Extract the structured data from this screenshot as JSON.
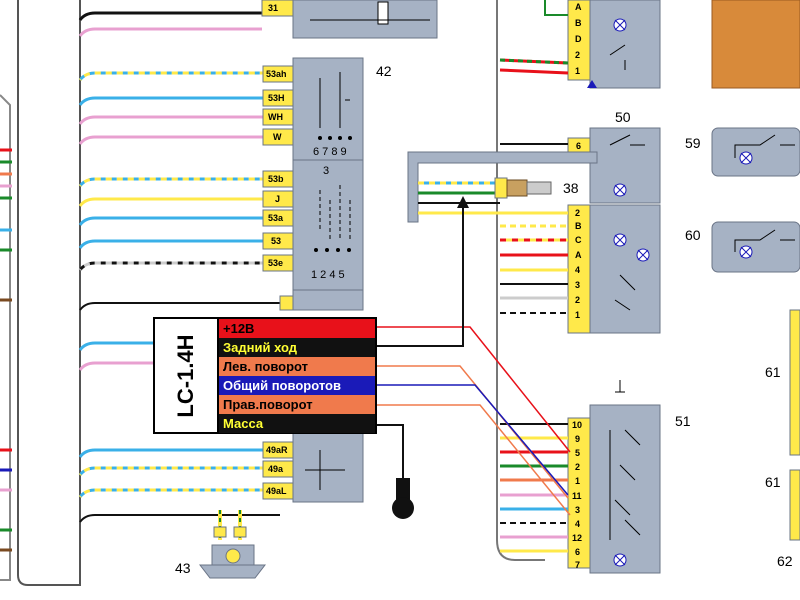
{
  "component_numbers": {
    "c31": "31",
    "c42": "42",
    "c50": "50",
    "c59": "59",
    "c60": "60",
    "c51": "51",
    "c38": "38",
    "c61a": "61",
    "c61b": "61",
    "c62": "62",
    "c43": "43"
  },
  "switch_42": {
    "pins_top": [
      "53ah",
      "53H",
      "WH",
      "W"
    ],
    "contacts_top": "6 7 8 9",
    "index_mid": "3",
    "pins_mid": [
      "53b",
      "J",
      "53a",
      "53",
      "53e"
    ],
    "contacts_mid": "1 2 4 5",
    "pins_bottom": [
      "49aR",
      "49a",
      "49aL"
    ]
  },
  "connector_top_left": {
    "pins": [
      "A",
      "B",
      "D",
      "2",
      "1"
    ]
  },
  "connector_50": {
    "pins": [
      "6"
    ]
  },
  "connector_mid": {
    "pins": [
      "2",
      "B",
      "C",
      "A",
      "4",
      "3",
      "2",
      "1"
    ]
  },
  "connector_51": {
    "pins": [
      "10",
      "9",
      "5",
      "2",
      "1",
      "11",
      "3",
      "4",
      "12",
      "6",
      "7"
    ]
  },
  "module": {
    "title": "LC-1.4H",
    "rows": [
      {
        "label": "+12В",
        "bg": "#e8111a",
        "fg": "#000000"
      },
      {
        "label": "Задний ход",
        "bg": "#111111",
        "fg": "#ffff33"
      },
      {
        "label": "Лев. поворот",
        "bg": "#f07a4c",
        "fg": "#000000"
      },
      {
        "label": "Общий поворотов",
        "bg": "#1a1ab8",
        "fg": "#ffffff"
      },
      {
        "label": "Прав.поворот",
        "bg": "#f07a4c",
        "fg": "#000000"
      },
      {
        "label": "Масса",
        "bg": "#111111",
        "fg": "#ffff33"
      }
    ]
  },
  "colors": {
    "panel": "#a6b2c4",
    "panel_border": "#6a7486",
    "pin_fill": "#ffe94a",
    "wire_red": "#e8111a",
    "wire_blue": "#1a1ab8",
    "wire_orange": "#f07a4c",
    "wire_black": "#111111",
    "relay_orange": "#d88a3a"
  }
}
